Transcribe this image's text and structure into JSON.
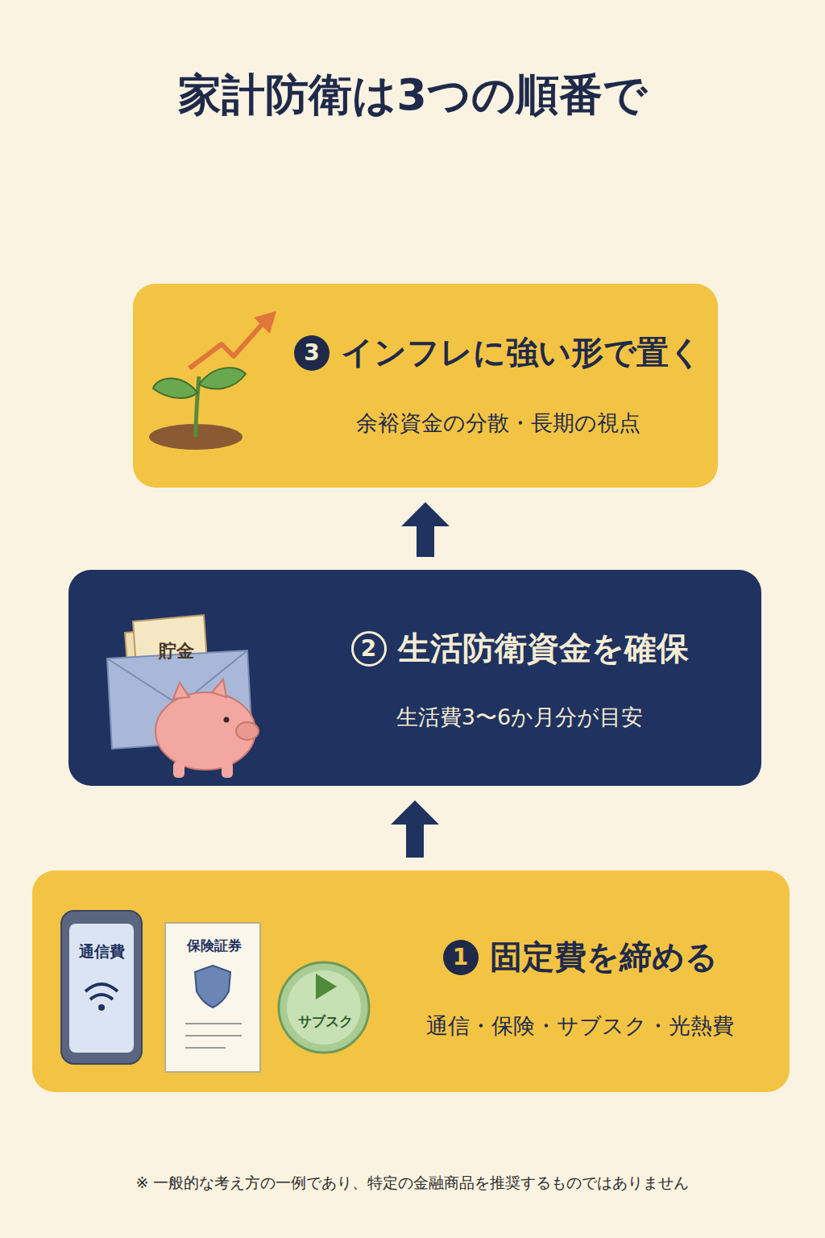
{
  "diagram": {
    "title": "家計防衛は3つの順番で",
    "caption": "※ 一般的な考え方の一例であり、特定の金融商品を推奨するものではありません",
    "nodes": [
      {
        "text": [
          "3",
          "インフレに強い形で置く",
          "余裕資金の分散・長期の視点"
        ]
      },
      {
        "text": [
          "2",
          "生活防衛資金を確保",
          "生活費3〜6か月分が目安"
        ]
      },
      {
        "text": [
          "1",
          "固定費を締める",
          "通信・保険・サブスク・光熱費"
        ]
      }
    ],
    "edges": [
      {
        "from": 2,
        "to": 1,
        "arrow": "to"
      },
      {
        "from": 1,
        "to": 0,
        "arrow": "to"
      }
    ],
    "labels": [
      "貯金",
      "通信費",
      "保険証券",
      "サブスク"
    ]
  }
}
